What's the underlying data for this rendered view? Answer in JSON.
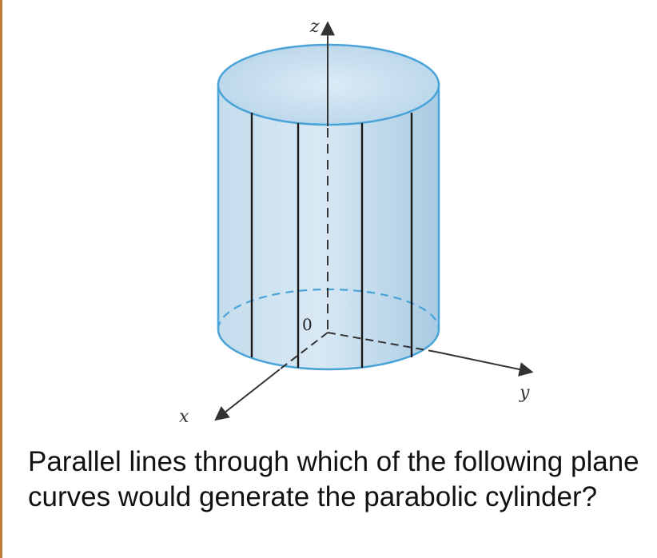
{
  "figure": {
    "axes": {
      "z": "z",
      "y": "y",
      "x": "x",
      "origin": "0"
    },
    "colors": {
      "surface": "#cfe3f0",
      "surface_edge": "#4aa3d8",
      "rulings": "#1a1a1a",
      "axes": "#333333"
    }
  },
  "question": {
    "text": "Parallel lines through which of the following plane curves would generate the parabolic cylinder?"
  }
}
